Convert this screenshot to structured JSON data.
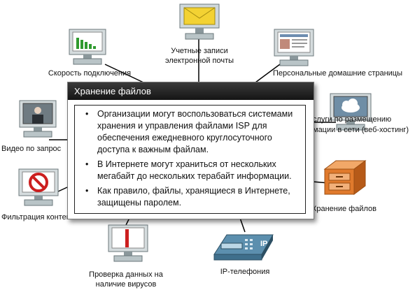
{
  "nodes": {
    "email": {
      "label_1": "Учетные записи",
      "label_2": "электронной почты"
    },
    "speed": {
      "label": "Скорость подключения"
    },
    "homepages": {
      "label": "Персональные домашние страницы"
    },
    "video": {
      "label": "Видео по запрос"
    },
    "hosting": {
      "label_1": "слуги по размещению",
      "label_2": "мации в сети (веб-хостинг)"
    },
    "filter": {
      "label": "Фильтрация контента"
    },
    "storage": {
      "label": "Хранение файлов"
    },
    "virus": {
      "label_1": "Проверка данных на",
      "label_2": "наличие вирусов"
    },
    "ipphone": {
      "label": "IP-телефония",
      "badge": "IP"
    }
  },
  "popup": {
    "title": "Хранение файлов",
    "bullets": [
      "Организации могут воспользоваться системами хранения и управления файлами ISP для обеспечения ежедневного круглосуточного доступа к важным файлам.",
      "В Интернете могут храниться от нескольких мегабайт до нескольких терабайт информации.",
      "Как правило, файлы, хранящиеся в Интернете, защищены паролем."
    ]
  },
  "colors": {
    "popup_header": "#1e1e1e",
    "connector": "#000000",
    "monitor_frame": "#7f8e92",
    "storage_cabinet": "#e07a2c",
    "no_sign": "#cc1f1f",
    "ip_phone": "#3f6f8c"
  },
  "icons": [
    "envelope-icon",
    "speed-bars-icon",
    "webpage-icon",
    "video-person-icon",
    "cloud-icon",
    "no-sign-icon",
    "file-cabinet-icon",
    "virus-scan-icon",
    "ip-phone-icon"
  ]
}
